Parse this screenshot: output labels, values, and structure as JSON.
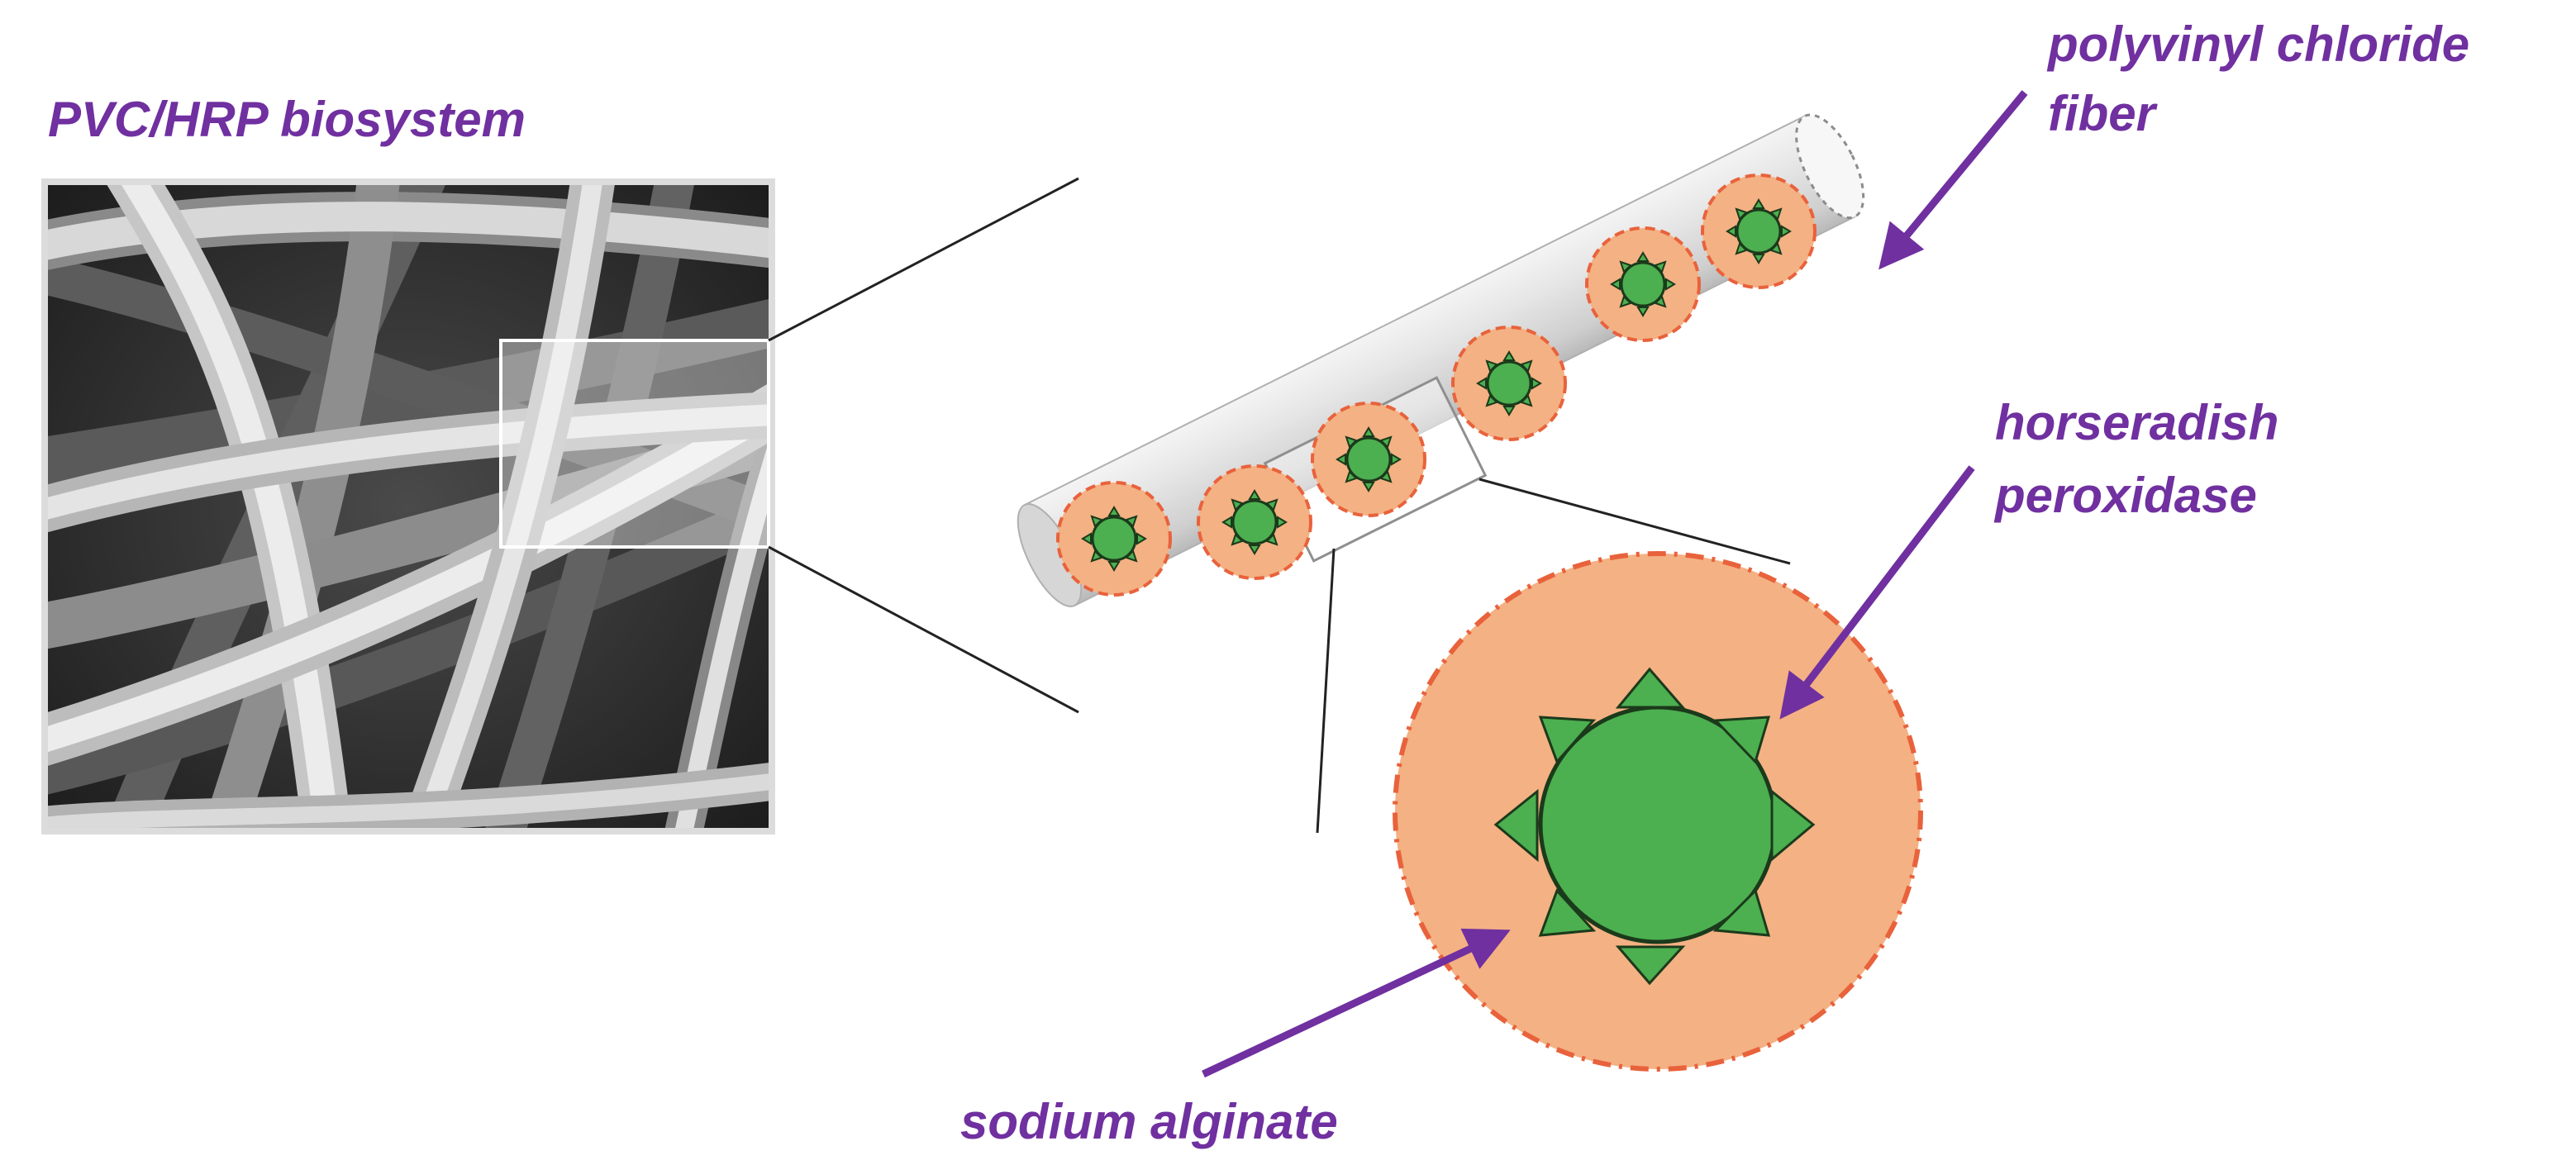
{
  "labels": {
    "title": "PVC/HRP biosystem",
    "pvc_line1": "polyvinyl chloride",
    "pvc_line2": "fiber",
    "hrp_line1": "horseradish",
    "hrp_line2": "peroxidase",
    "alginate": "sodium alginate"
  },
  "colors": {
    "label": "#7030A0",
    "arrow": "#7030A0",
    "alginate_fill": "#F4B183",
    "alginate_border": "#E8623C",
    "enzyme_fill": "#4CAF50",
    "enzyme_stroke": "#1B3A1B",
    "fiber_fill": "#E3E3E3",
    "micrograph_bg": "#2A2A2A"
  },
  "icons": {
    "arrow": "arrow-icon",
    "enzyme": "horseradish-peroxidase-icon",
    "bead": "alginate-bead-icon"
  }
}
